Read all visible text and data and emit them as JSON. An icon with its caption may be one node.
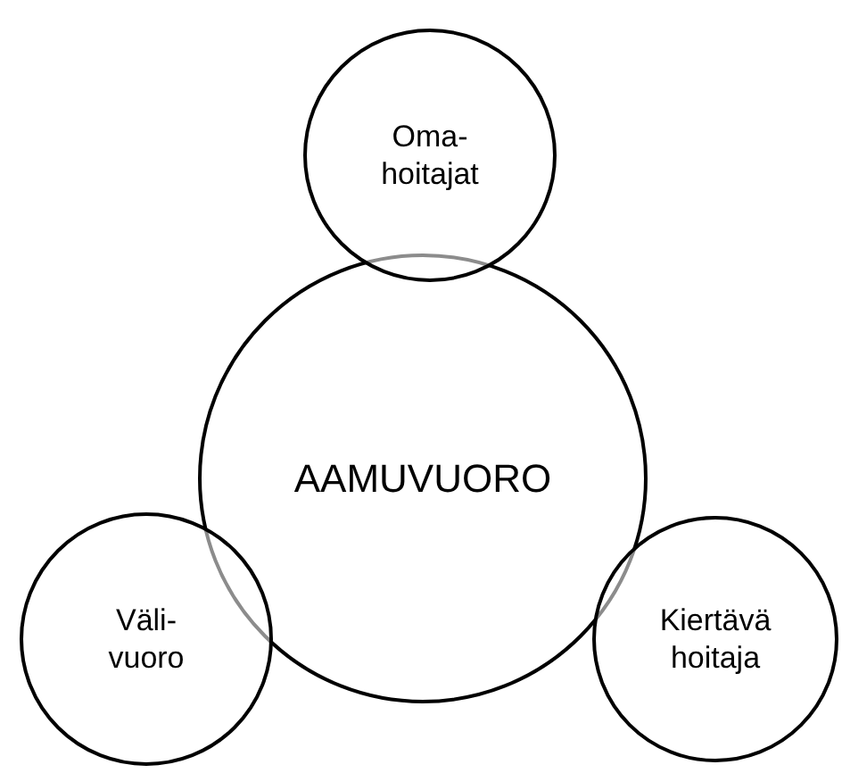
{
  "diagram": {
    "nodes": [
      {
        "text": [
          "Oma- hoitajat"
        ]
      },
      {
        "text": [
          "AAMUVUORO"
        ]
      },
      {
        "text": [
          "Väli- vuoro"
        ]
      },
      {
        "text": [
          "Kiertävä hoitaja"
        ]
      }
    ]
  }
}
